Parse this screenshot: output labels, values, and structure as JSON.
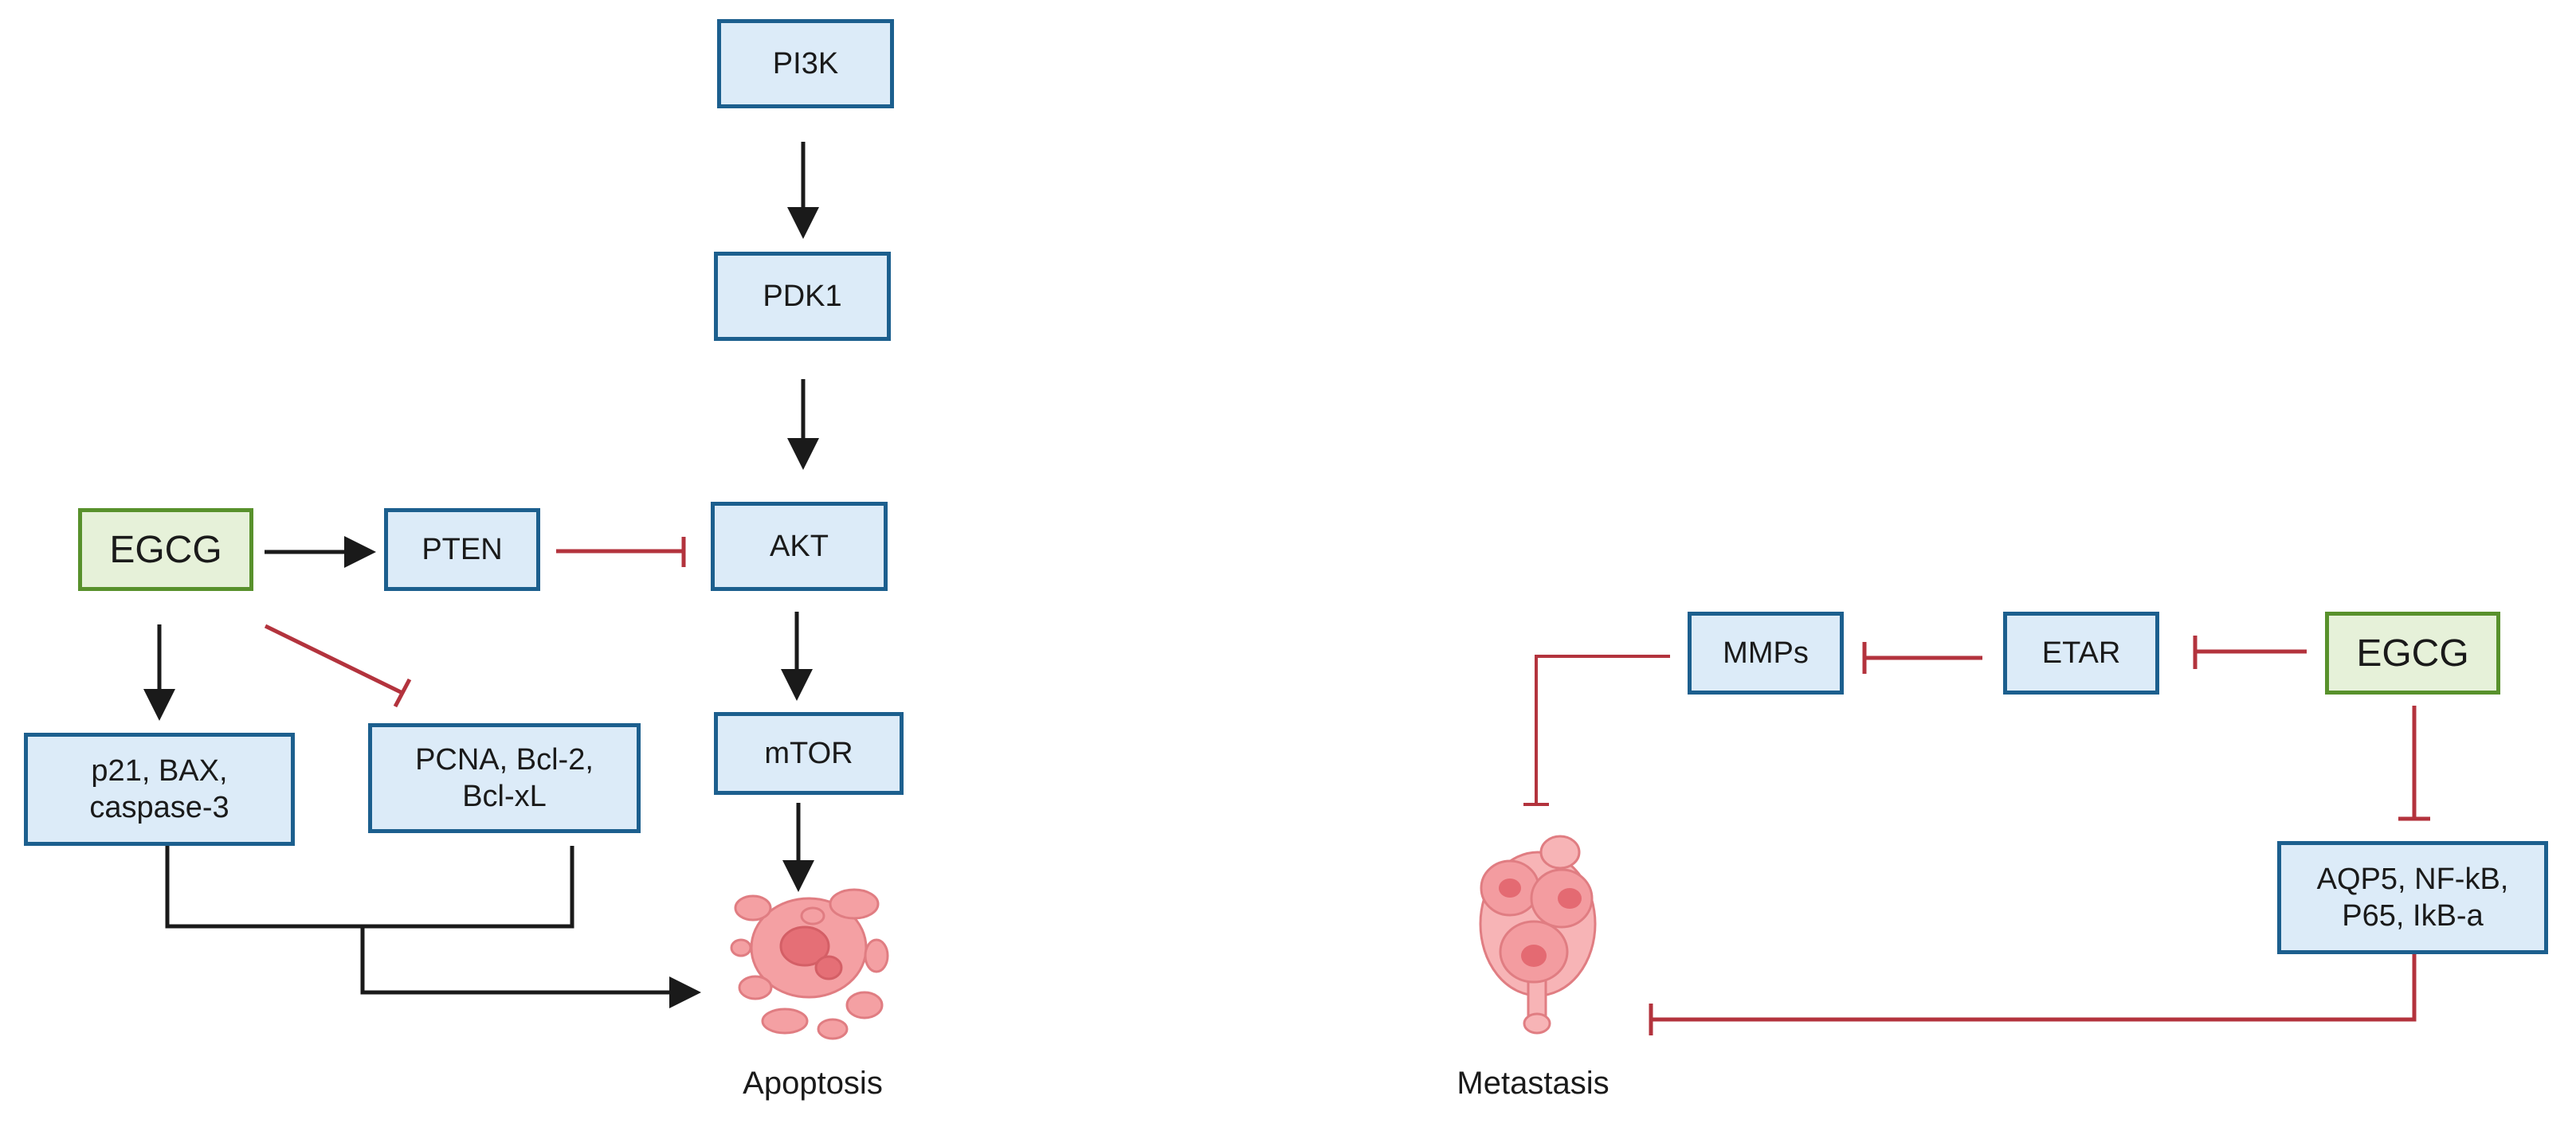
{
  "colors": {
    "node_fill": "#dcebf8",
    "node_border": "#1c5f8e",
    "drug_fill": "#e6f1d9",
    "drug_border": "#58912c",
    "activate": "#1a1a1a",
    "inhibit": "#b3333d",
    "cell": "#f09a9c"
  },
  "left_panel": {
    "pi3k": "PI3K",
    "pdk1": "PDK1",
    "akt": "AKT",
    "mtor": "mTOR",
    "pten": "PTEN",
    "egcg": "EGCG",
    "p21": "p21, BAX,\ncaspase-3",
    "pcna": "PCNA, Bcl-2,\nBcl-xL",
    "outcome": "Apoptosis"
  },
  "right_panel": {
    "mmps": "MMPs",
    "etar": "ETAR",
    "egcg": "EGCG",
    "aqp5": "AQP5, NF-kB,\nP65, IkB-a",
    "outcome": "Metastasis"
  }
}
